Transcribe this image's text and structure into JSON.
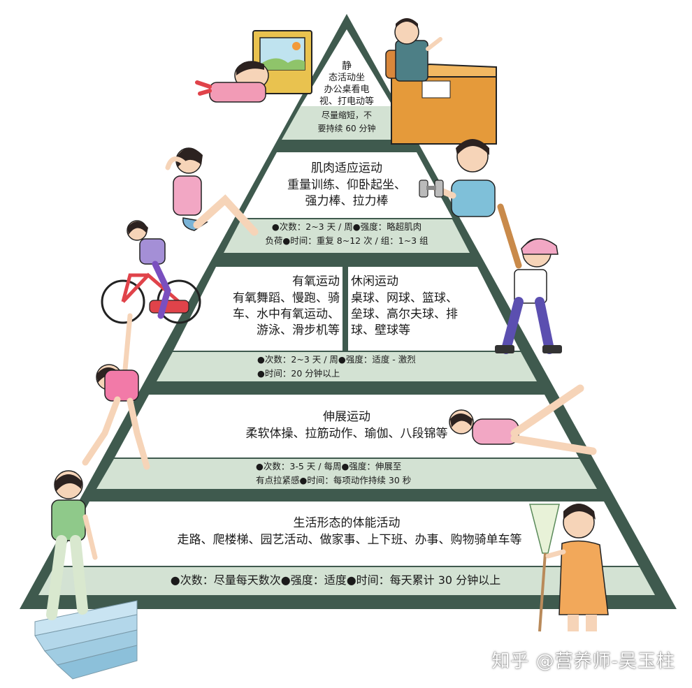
{
  "tier1": {
    "title": "静",
    "body": "态活动坐\n办公桌看电\n视、打电动等",
    "note": "尽量缩短，不\n要持续 60 分钟"
  },
  "tier2": {
    "title": "肌肉适应运动",
    "body": "重量训练、仰卧起坐、\n强力棒、拉力棒",
    "note": "●次数：2~3 天 / 周●强度：略超肌肉\n负荷●时间：重复 8~12 次 / 组：1~3 组"
  },
  "tier3": {
    "left_title": "有氧运动",
    "left_body": "有氧舞蹈、慢跑、骑\n车、水中有氧运动、\n游泳、滑步机等",
    "right_title": "休闲运动",
    "right_body": "桌球、网球、篮球、\n垒球、高尔夫球、排\n球、壁球等",
    "note": "●次数：2~3 天 / 周●强度：适度 - 激烈\n●时间：20 分钟以上"
  },
  "tier4": {
    "title": "伸展运动",
    "body": "柔软体操、拉筋动作、瑜伽、八段锦等",
    "note": "●次数：3-5 天 / 每周●强度：伸展至\n有点拉紧感●时间：每项动作持续 30 秒"
  },
  "tier5": {
    "title": "生活形态的体能活动",
    "body": "走路、爬楼梯、园艺活动、做家事、上下班、办事、购物骑单车等",
    "note": "●次数：尽量每天数次●强度：适度●时间：每天累计 30 分钟以上"
  },
  "watermark": "知乎 @营养师-吴玉柱",
  "colors": {
    "frame": "#3f5a4e",
    "band": "#d3e2d3",
    "panel": "#ffffff",
    "skin": "#f6d4b8",
    "hair": "#2c2220"
  }
}
